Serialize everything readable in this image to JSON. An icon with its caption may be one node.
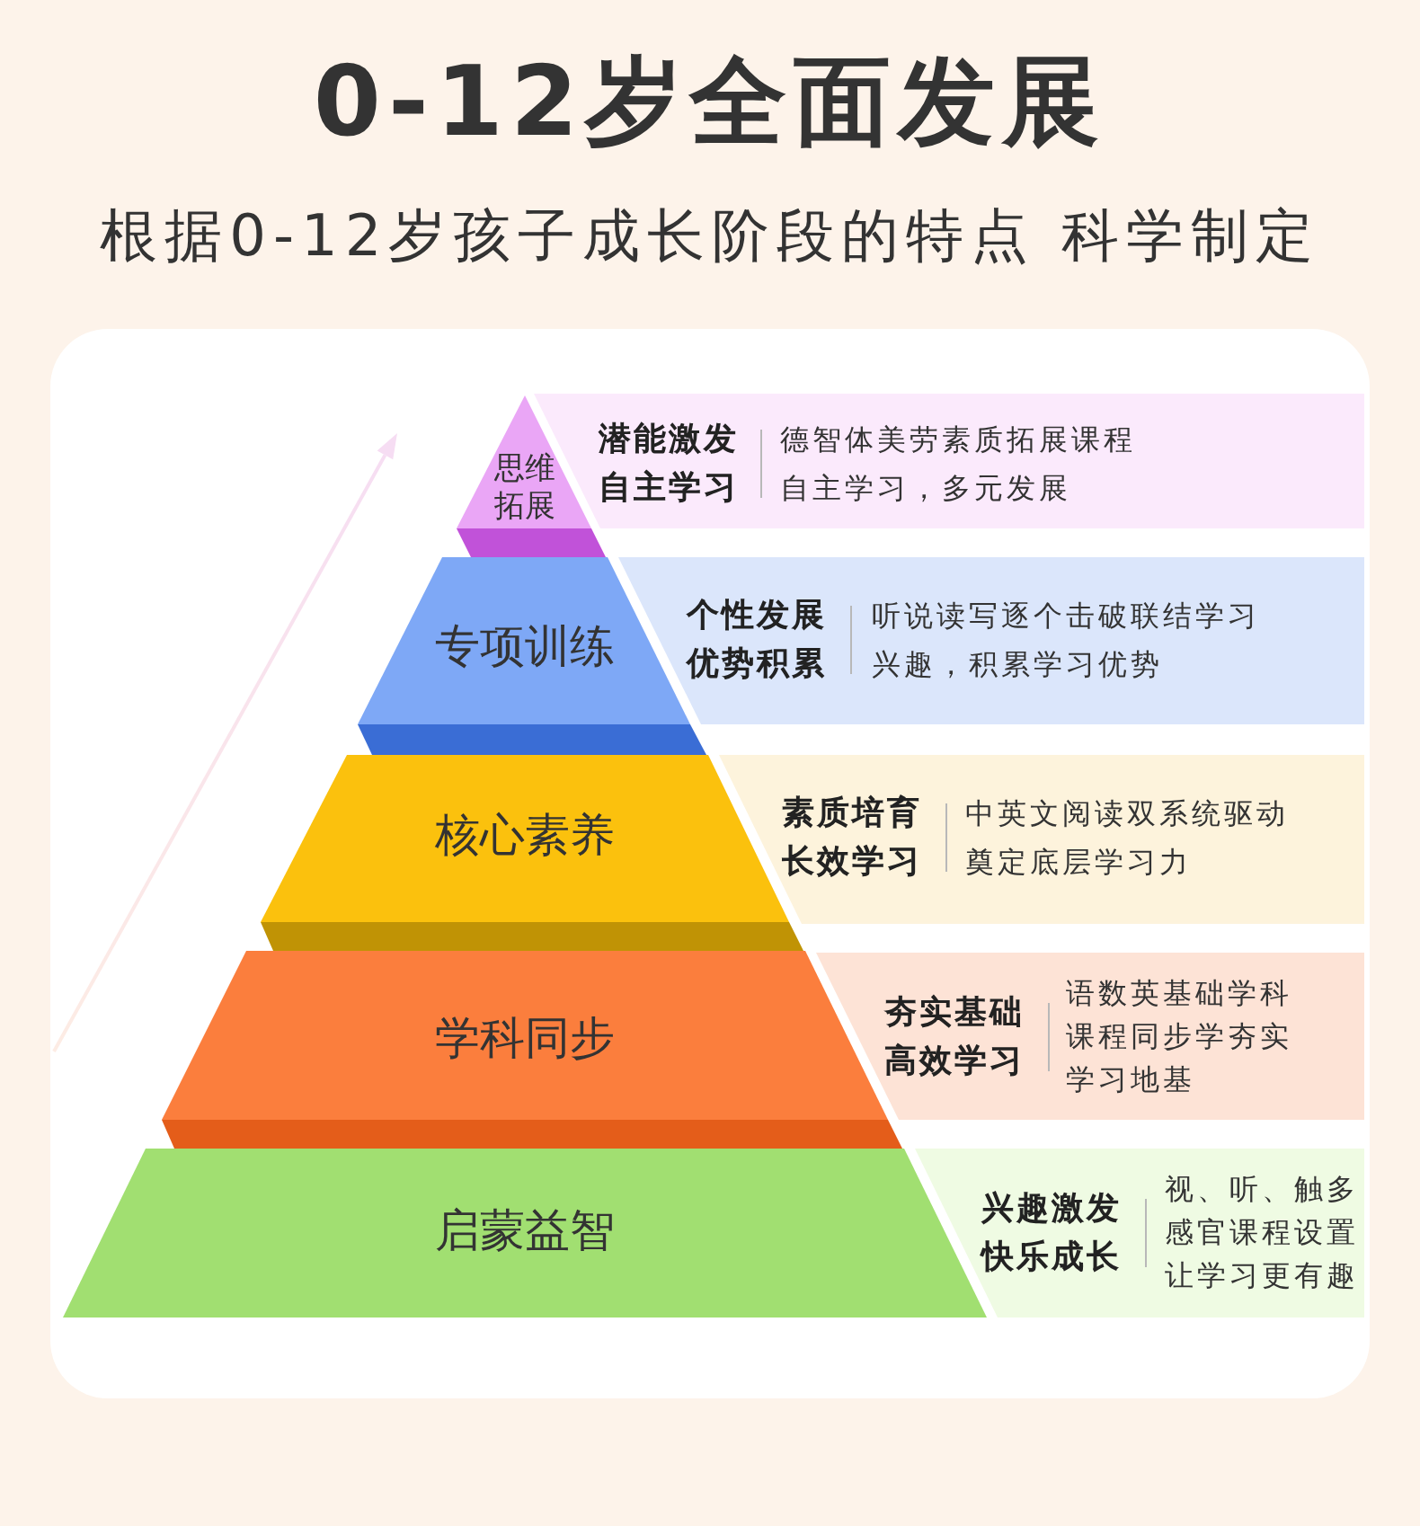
{
  "diagram": {
    "title": "0-12岁全面发展",
    "nodes": [
      {
        "text": [
          "思维拓展"
        ]
      },
      {
        "text": [
          "潜能激发自主学习",
          "德智体美劳素质拓展课程自主学习，多元发展"
        ]
      },
      {
        "text": [
          "专项训练"
        ]
      },
      {
        "text": [
          "个性发展优势积累",
          "听说读写逐个击破联结学习兴趣，积累学习优势"
        ]
      },
      {
        "text": [
          "核心素养"
        ]
      },
      {
        "text": [
          "素质培育长效学习",
          "中英文阅读双系统驱动奠定底层学习力"
        ]
      },
      {
        "text": [
          "学科同步"
        ]
      },
      {
        "text": [
          "夯实基础高效学习",
          "语数英基础学科课程同步学夯实学习地基"
        ]
      },
      {
        "text": [
          "启蒙益智"
        ]
      },
      {
        "text": [
          "兴趣激发快乐成长",
          "视、听、触多感官课程设置让学习更有趣"
        ]
      }
    ],
    "labels": [
      "根据0-12岁孩子成长阶段的特点 科学制定"
    ]
  }
}
